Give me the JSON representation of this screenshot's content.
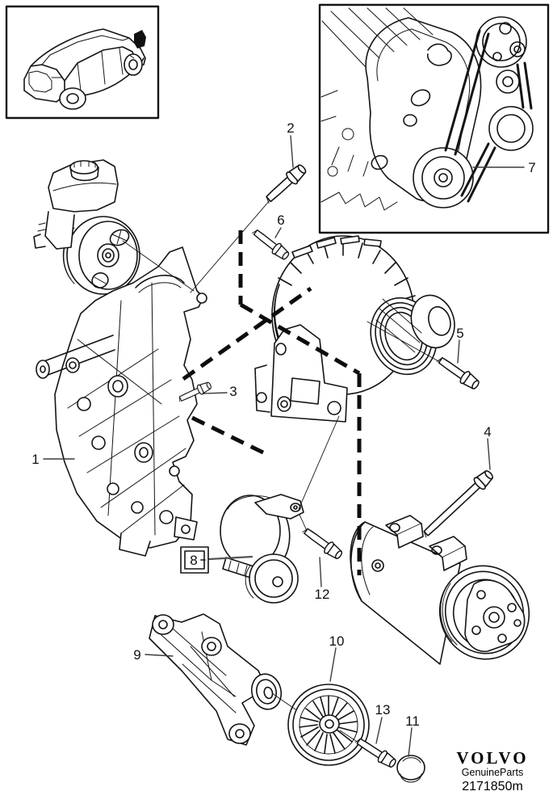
{
  "branding": {
    "brand": "VOLVO",
    "series": "GenuineParts",
    "diagram_number": "2171850m"
  },
  "callouts": {
    "c1": {
      "label": "1"
    },
    "c2": {
      "label": "2"
    },
    "c3": {
      "label": "3"
    },
    "c4": {
      "label": "4"
    },
    "c5": {
      "label": "5"
    },
    "c6": {
      "label": "6"
    },
    "c7": {
      "label": "7"
    },
    "c8": {
      "label": "8"
    },
    "c9": {
      "label": "9"
    },
    "c10": {
      "label": "10"
    },
    "c11": {
      "label": "11"
    },
    "c12": {
      "label": "12"
    },
    "c13": {
      "label": "13"
    }
  },
  "highlighted_callout": "8",
  "colors": {
    "ink": "#141414",
    "leader": "#3c3c3c",
    "highlight": "#f3cf1e",
    "background": "#ffffff"
  }
}
